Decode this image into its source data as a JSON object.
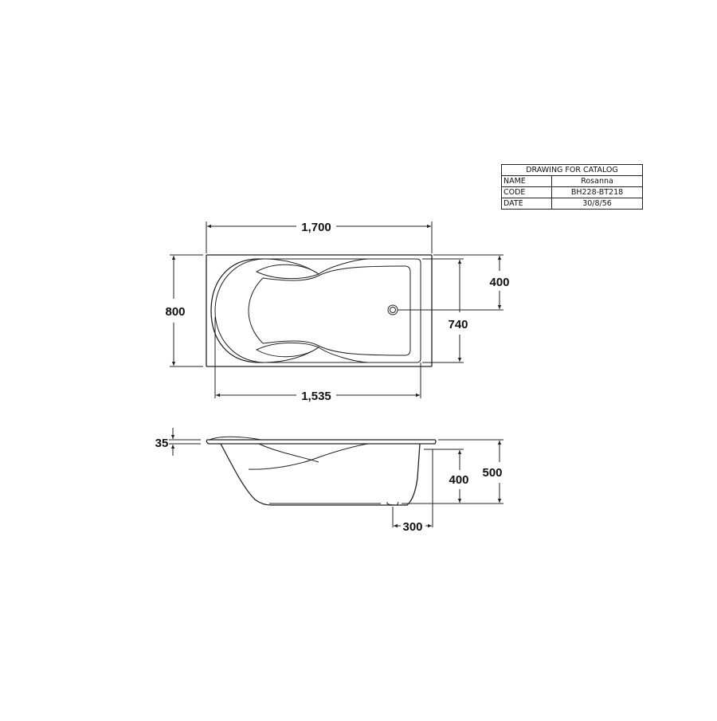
{
  "title_block": {
    "header": "DRAWING FOR CATALOG",
    "rows": [
      {
        "label": "NAME",
        "value": "Rosanna"
      },
      {
        "label": "CODE",
        "value": "BH228-BT218"
      },
      {
        "label": "DATE",
        "value": "30/8/56"
      }
    ]
  },
  "plan_view": {
    "overall_length": "1,700",
    "overall_width": "800",
    "inner_length": "1,535",
    "inner_width": "740",
    "drain_offset": "400"
  },
  "side_view": {
    "rim_thickness": "35",
    "inner_depth": "400",
    "overall_height": "500",
    "drain_from_end": "300"
  }
}
